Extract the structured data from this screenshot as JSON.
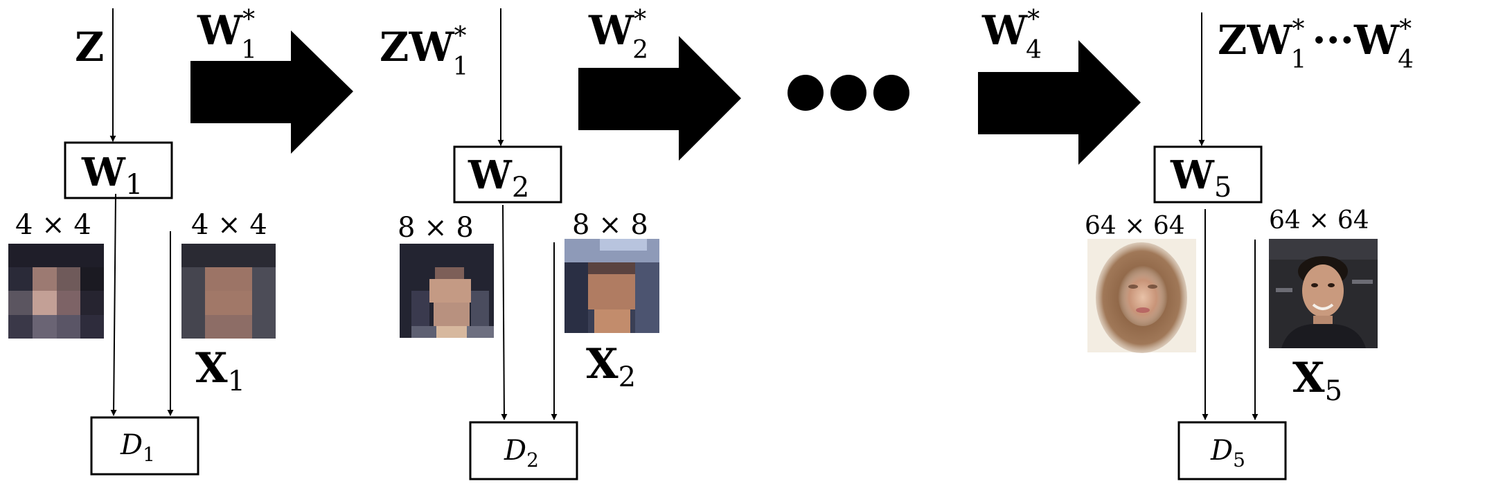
{
  "stages": [
    {
      "input_label": {
        "main": "Z",
        "sup": ""
      },
      "block": {
        "main": "W",
        "sub": "1"
      },
      "generated_size": "4 × 4",
      "real_size": "4 × 4",
      "real_label": {
        "main": "X",
        "sub": "1"
      },
      "discriminator": {
        "main": "D",
        "sub": "1"
      }
    },
    {
      "input_label": {
        "main": "ZW",
        "sub": "1",
        "sup": "*"
      },
      "block": {
        "main": "W",
        "sub": "2"
      },
      "generated_size": "8 × 8",
      "real_size": "8 × 8",
      "real_label": {
        "main": "X",
        "sub": "2"
      },
      "discriminator": {
        "main": "D",
        "sub": "2"
      }
    },
    {
      "input_label": {
        "main": "ZW",
        "sub": "1",
        "sup": "*",
        "mid": "···W",
        "sub2": "4",
        "sup2": "*"
      },
      "block": {
        "main": "W",
        "sub": "5"
      },
      "generated_size": "64 × 64",
      "real_size": "64 × 64",
      "real_label": {
        "main": "X",
        "sub": "5"
      },
      "discriminator": {
        "main": "D",
        "sub": "5"
      }
    }
  ],
  "transfers": [
    {
      "main": "W",
      "sub": "1",
      "sup": "*"
    },
    {
      "main": "W",
      "sub": "2",
      "sup": "*"
    },
    {
      "main": "W",
      "sub": "4",
      "sup": "*"
    }
  ],
  "ellipsis_dots": 3
}
